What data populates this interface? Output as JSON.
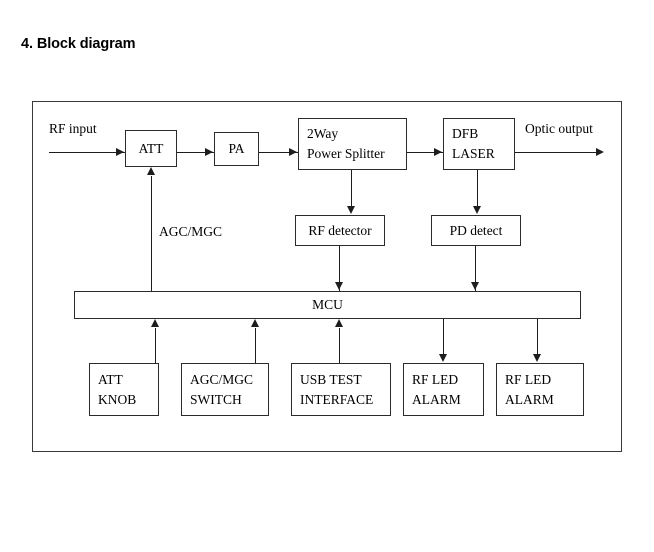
{
  "page": {
    "title": "4. Block diagram"
  },
  "diagram": {
    "labels": {
      "rf_input": "RF input",
      "optic_output": "Optic output",
      "agc_mgc_feedback": "AGC/MGC"
    },
    "blocks": {
      "att": {
        "line1": "ATT"
      },
      "pa": {
        "line1": "PA"
      },
      "splitter": {
        "line1": "2Way",
        "line2": "Power Splitter"
      },
      "dfb_laser": {
        "line1": "DFB",
        "line2": "LASER"
      },
      "rf_detector": {
        "line1": "RF detector"
      },
      "pd_detect": {
        "line1": "PD detect"
      },
      "mcu": {
        "line1": "MCU"
      },
      "att_knob": {
        "line1": "ATT",
        "line2": "KNOB"
      },
      "agc_mgc_switch": {
        "line1": "AGC/MGC",
        "line2": "SWITCH"
      },
      "usb_test_interface": {
        "line1": "USB TEST",
        "line2": "INTERFACE"
      },
      "rf_led_alarm_1": {
        "line1": "RF LED",
        "line2": "ALARM"
      },
      "rf_led_alarm_2": {
        "line1": "RF LED",
        "line2": "ALARM"
      }
    },
    "colors": {
      "stroke": "#2b2b2b",
      "frame": "#3a3a3a",
      "background": "#ffffff",
      "text": "#000000"
    }
  }
}
